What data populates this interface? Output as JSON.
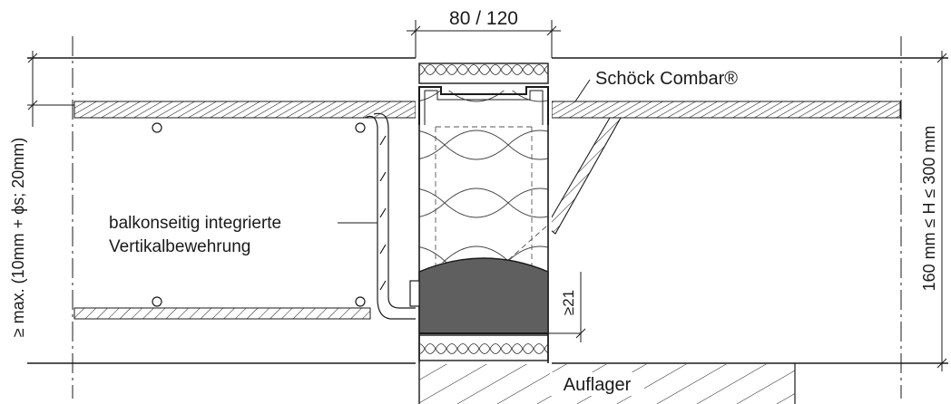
{
  "labels": {
    "top_dimension": "80 / 120",
    "product_name": "Schöck Combar®",
    "reinforcement_line1": "balkonseitig integrierte",
    "reinforcement_line2": "Vertikalbewehrung",
    "left_cover_dimension": "≥ max. (10mm + ϕs; 20mm)",
    "right_height_dimension": "160 mm ≤ H ≤ 300 mm",
    "bearing_min_dimension": "≥21",
    "support_label": "Auflager"
  },
  "colors": {
    "line": "#1a1a1a",
    "mortar_fill": "#5f5f5f",
    "background": "#ffffff"
  }
}
